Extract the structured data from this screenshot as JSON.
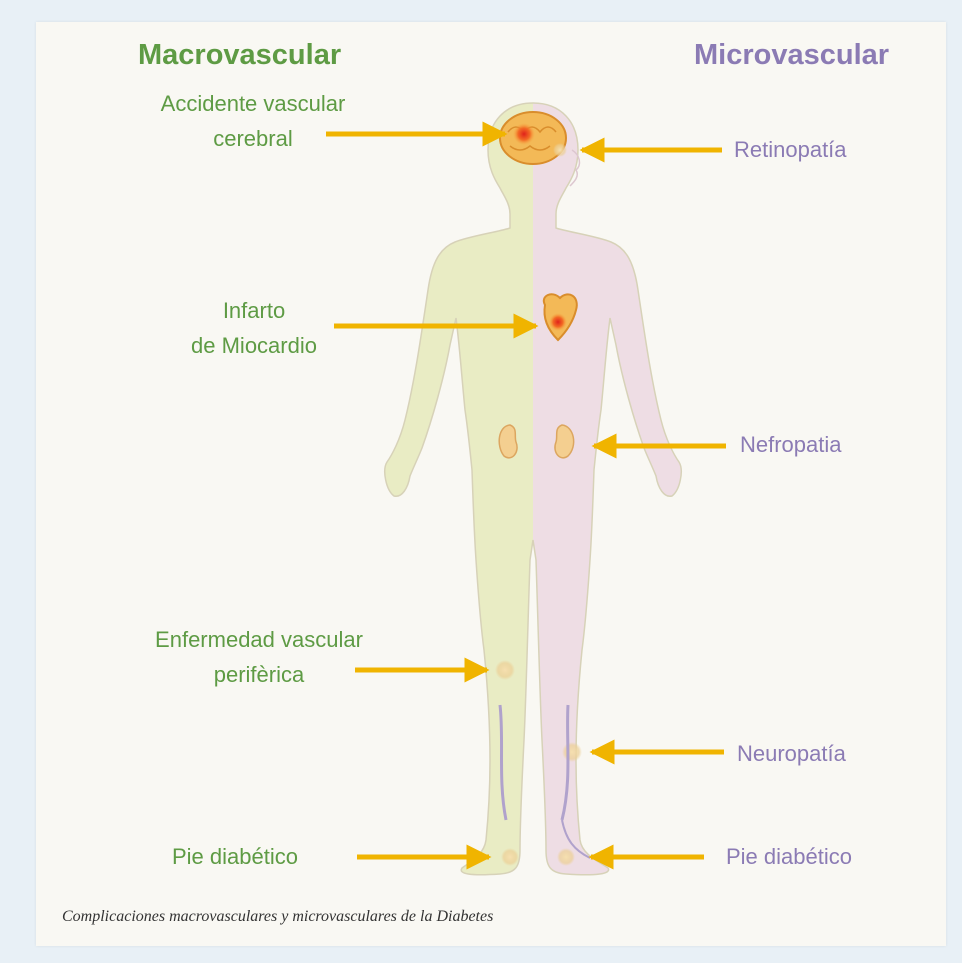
{
  "headings": {
    "macro": "Macrovascular",
    "micro": "Microvascular"
  },
  "macrovascular_labels": [
    "Accidente vascular cerebral",
    "Infarto de Miocardio",
    "Enfermedad vascular perifèrica",
    "Pie diabético"
  ],
  "macro": {
    "stroke_l1": "Accidente vascular",
    "stroke_l2": "cerebral",
    "infarct_l1": "Infarto",
    "infarct_l2": "de Miocardio",
    "pvd_l1": "Enfermedad vascular",
    "pvd_l2": "perifèrica",
    "foot": "Pie diabético"
  },
  "micro": {
    "retinopathy": "Retinopatía",
    "nephropathy": "Nefropatia",
    "neuropathy": "Neuropatía",
    "foot": "Pie diabético"
  },
  "caption": "Complicaciones macrovasculares y microvasculares de la Diabetes",
  "colors": {
    "macro_text": "#5e9b44",
    "micro_text": "#8b7bb4",
    "arrow": "#f0b400",
    "body_left": "#e9ecc4",
    "body_right": "#eedde4"
  }
}
